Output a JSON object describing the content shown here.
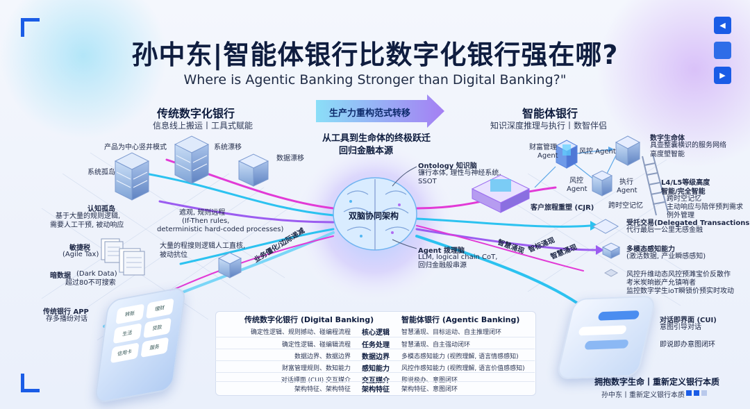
{
  "title": "孙中东|智能体银行比数字化银行强在哪?",
  "subtitle": "Where is Agentic Banking Stronger than Digital Banking?\"",
  "left_panel": {
    "heading": "传统数字化银行",
    "subheading": "信息线上搬运丨工具式赋能",
    "labels": {
      "product_silo_model": "产品为中心竖井模式",
      "system_drift": "系统漂移",
      "data_drift": "数据漂移",
      "system_silo": "系统孤岛",
      "cognitive_silo": "认知孤岛",
      "cognitive_silo_desc_1": "基于大量的规则逻辑,",
      "cognitive_silo_desc_2": "需要人工干预, 被动响应",
      "agile_tax_1": "敏捷税",
      "agile_tax_2": "(Agile Tax)",
      "dark_data_1": "暗数据",
      "dark_data_2": "(Dark Data)",
      "dark_data_3": "超过80不可搜索",
      "rules_1": "遮观, 规则远程",
      "rules_2": "(If-Then rules,",
      "rules_3": "deterministic hard-coded processes)",
      "manual_1": "大量的程搜则逻辑人工直核,",
      "manual_2": "被动抗位",
      "biz_line": "业务僵化/边际递减",
      "app_1": "传统银行 APP",
      "app_2": "存多播纷对话"
    }
  },
  "banner": "生产力重构范式转移",
  "center": {
    "tagline_1": "从工具到生命体的终极跃迁",
    "tagline_2": "回归金融本源",
    "brain_label": "双脑协同架构",
    "ontology_1": "Ontology 知识脑",
    "ontology_2": "镰行本体, 理性与神经系统,",
    "ontology_3": "SSOT",
    "agent_1": "Agent 拨理脑",
    "agent_2": "LLM, logical chain CoT,",
    "agent_3": "回归金融般串源"
  },
  "right_panel": {
    "heading": "智能体银行",
    "subheading": "知识深度推理与执行丨数智伴侣",
    "labels": {
      "wealth_agent_1": "财富管理",
      "wealth_agent_2": "Agent",
      "risk_agent_top": "风控 Agent",
      "risk_agent_1": "风控",
      "risk_agent_2": "Agent",
      "exec_agent_1": "执行",
      "exec_agent_2": "Agent",
      "cjr": "客户旅程重塑 (CJR)",
      "cross_memory": "跨时空记忆",
      "digital_life_1": "数字生命体",
      "digital_life_2": "具壶整囊横识的服务网络",
      "digital_life_3": "高度塱智能",
      "l4l5_1": "L4/L5等级高度",
      "l4l5_2": "智能/完全智能",
      "l4l5_3": "跨时空记忆",
      "l4l5_4": "主动响应与陪伴预判需求",
      "l4l5_5": "例外管理",
      "intent_1": "智慧涌现",
      "intent_2": "智标涌现",
      "intent_3": "智慧涌现",
      "delegated_1": "受托交易(Delegated Transactions)",
      "delegated_2": "代行最后一公里无感金融",
      "multimodal_1": "多模态感知能力",
      "multimodal_2": "(激活数据, 产业瞬感感知)",
      "risk_upgrade_1": "风控升维动态风控预濉宝价反散作",
      "risk_upgrade_2": "考米炭晌嵌产允镇哨者",
      "risk_upgrade_3": "监控数字学生ioT瞬锁价预实时攻动",
      "cui_1": "对话即界面 (CUI)",
      "cui_2": "意图引导对话",
      "cui_3": "即说即办意图闭环"
    }
  },
  "table": {
    "header_left": "传统数字化银行 (Digital Banking)",
    "header_right": "智能体银行 (Agentic Banking)",
    "rows": [
      {
        "left": "确定性逻辑、规则撼动、碰编程流程",
        "mid": "核心逻辑",
        "right": "智慧涌现、目标运动、自主推理闭环"
      },
      {
        "left": "确定性逻辑、碰编辑流程",
        "mid": "任务处理",
        "right": "智慧涌现、自主强动闭环"
      },
      {
        "left": "数据边界、数据边界",
        "mid": "数据边界",
        "right": "多模态感知能力 (视煦理解, 语言情感感知)"
      },
      {
        "left": "财富管理规则、数知能力",
        "mid": "感知能力",
        "right": "风控作感知能力 (视煦理解, 语言价值感感知)"
      },
      {
        "left": "对话譚面 (CUI) 交互媒介",
        "mid": "交互媒介",
        "right": "即说极办、意图闭环"
      },
      {
        "left": "架构特征、架构特征",
        "mid": "架构特征",
        "right": "架构特征、意图闭环"
      }
    ]
  },
  "footer": {
    "heading": "拥抱数字生命丨重新定义银行本质",
    "sub": "孙中东丨重新定义银行本质"
  },
  "phone_left": {
    "tiles": [
      "转账",
      "理财",
      "生活",
      "贷款",
      "信用卡",
      "服务"
    ]
  },
  "colors": {
    "accent": "#1a5ce6",
    "pink": "#e23ad6",
    "cyan": "#2cc2f0",
    "purple": "#9b5cf0"
  }
}
